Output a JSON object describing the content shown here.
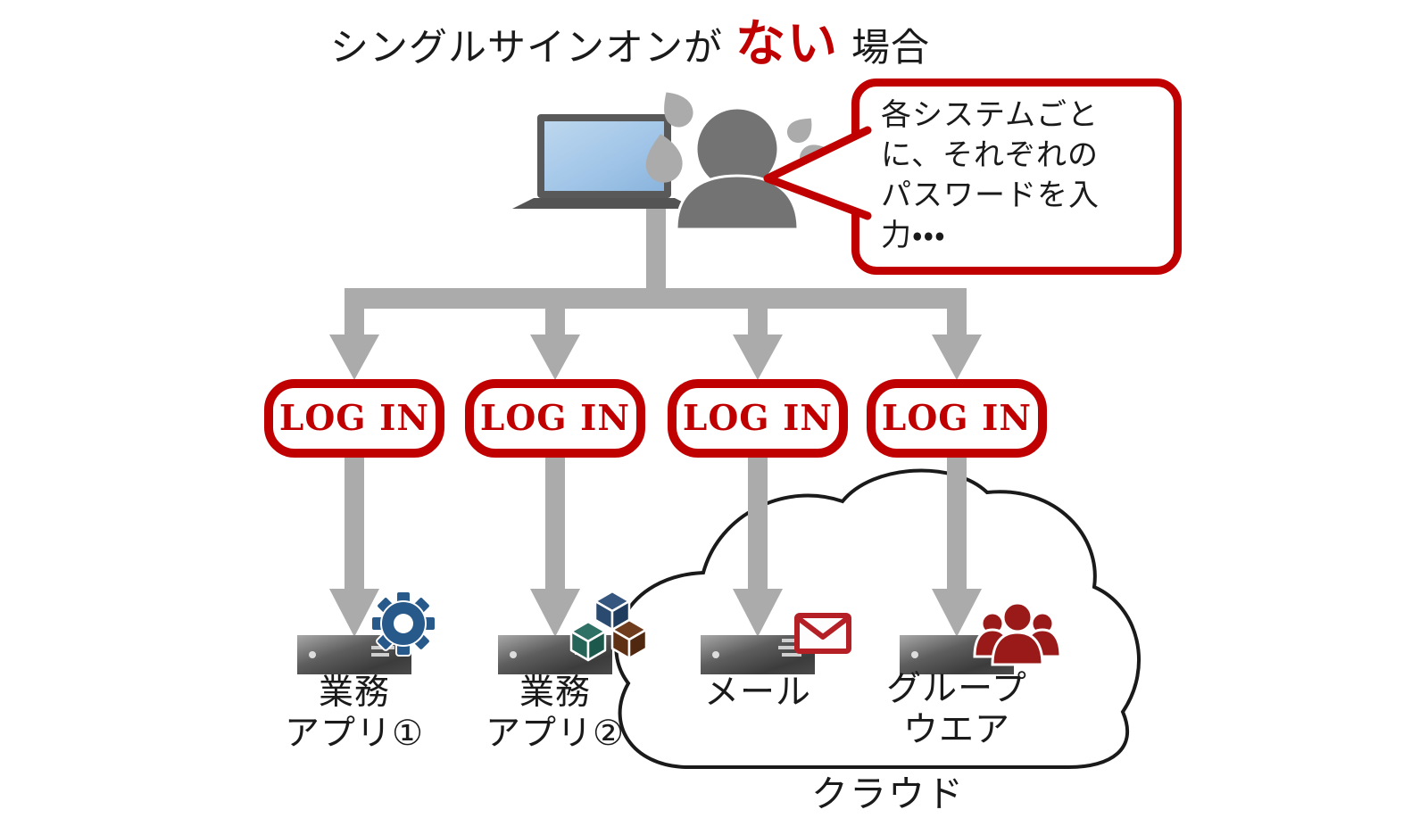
{
  "title": {
    "prefix": "シングルサインオンが",
    "highlight": "ない",
    "suffix": "場合"
  },
  "speech_bubble": {
    "text": "各システムごと\nに、それぞれの\nパスワードを入\n力・・・"
  },
  "login_buttons": [
    "LOG IN",
    "LOG IN",
    "LOG IN",
    "LOG IN"
  ],
  "systems": [
    {
      "label": "業務\nアプリ①",
      "icon": "gear-icon",
      "location": "on-premise"
    },
    {
      "label": "業務\nアプリ②",
      "icon": "cubes-icon",
      "location": "on-premise"
    },
    {
      "label": "メール",
      "icon": "mail-icon",
      "location": "cloud"
    },
    {
      "label": "グループ\nウエア",
      "icon": "people-icon",
      "location": "cloud"
    }
  ],
  "cloud_label": "クラウド",
  "colors": {
    "accent_red": "#C00000",
    "arrow_gray": "#ABABAB",
    "figure_gray": "#737373",
    "sweat_gray": "#ABABAB",
    "title_text": "#1A1A1A",
    "gear_blue": "#27598A",
    "cube_blue": "#2E4E79",
    "cube_teal": "#2A6B5E",
    "cube_brown": "#63351A",
    "mail_red": "#B42025",
    "people_red": "#9A1A1A",
    "server_dark": "#3F3F3F",
    "server_light": "#A8A8A8",
    "laptop_screen_blue": "#A9C9E9",
    "cloud_outline": "#1A1A1A"
  }
}
